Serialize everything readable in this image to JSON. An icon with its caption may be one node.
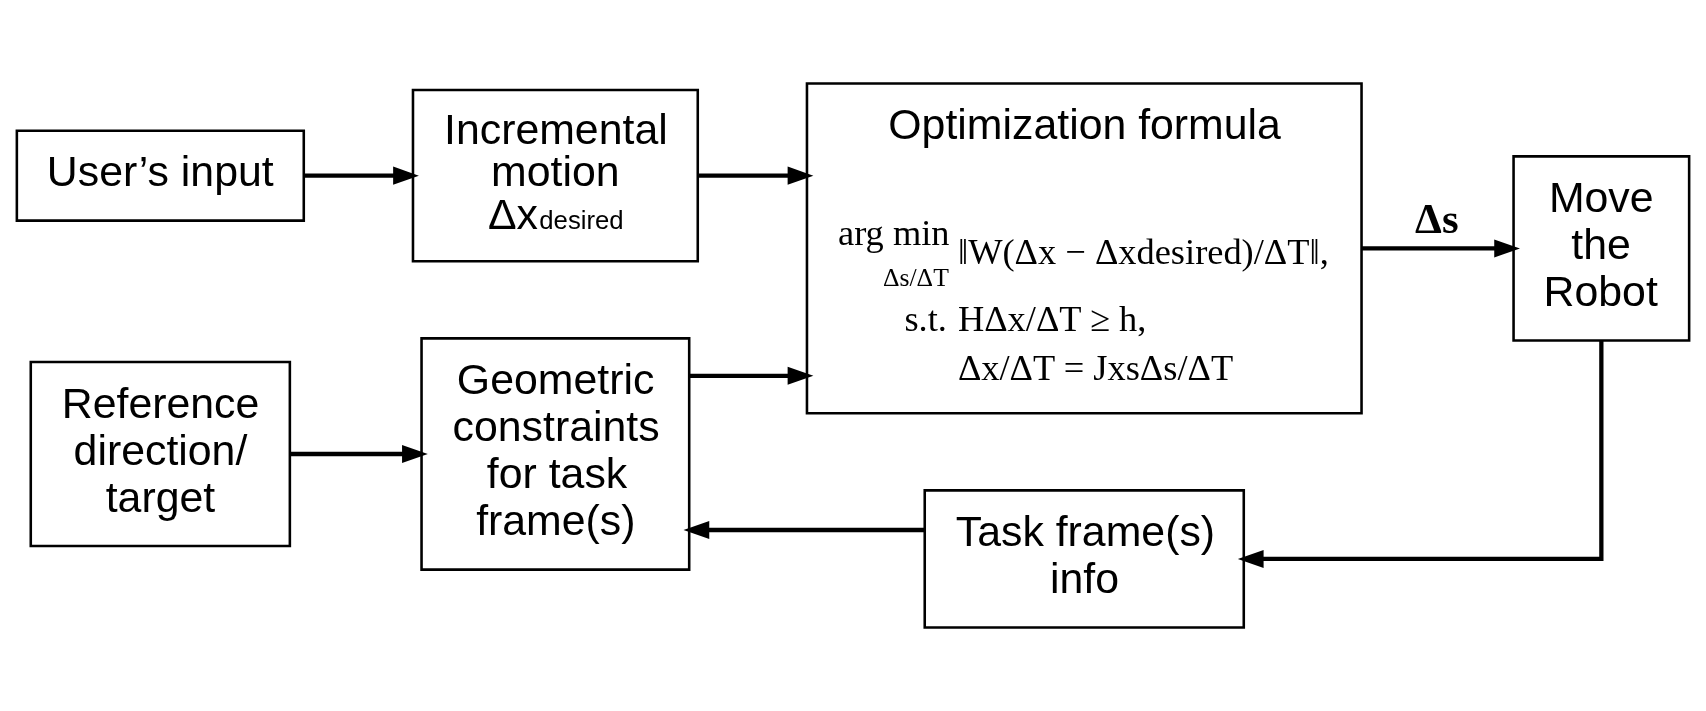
{
  "diagram": {
    "nodes": [
      {
        "text": [
          "User’s input"
        ]
      },
      {
        "text": [
          "Incremental motion Δx$_{desired}$"
        ]
      },
      {
        "text": [
          "Optimization formula",
          "arg min",
          "Δs/ΔT",
          "‖W(Δx − Δxdesired)/ΔT‖,",
          "s.t.",
          "HΔx/ΔT ≥ h,",
          "Δx/ΔT = JxsΔs/ΔT"
        ]
      },
      {
        "text": [
          "Reference direction/ target"
        ]
      },
      {
        "text": [
          "Geometric constraints for task frame(s)"
        ]
      },
      {
        "text": [
          "Move the Robot"
        ]
      },
      {
        "text": [
          "Task frame(s) info"
        ]
      }
    ],
    "edges": [
      {
        "from": 0,
        "to": 1,
        "arrow": "to"
      },
      {
        "from": 1,
        "to": 2,
        "arrow": "to"
      },
      {
        "from": 2,
        "to": 5,
        "arrow": "to",
        "label": "Δs"
      },
      {
        "from": 3,
        "to": 4,
        "arrow": "to"
      },
      {
        "from": 4,
        "to": 2,
        "arrow": "to"
      },
      {
        "from": 5,
        "to": 6,
        "arrow": "to"
      },
      {
        "from": 6,
        "to": 4,
        "arrow": "to"
      }
    ]
  }
}
